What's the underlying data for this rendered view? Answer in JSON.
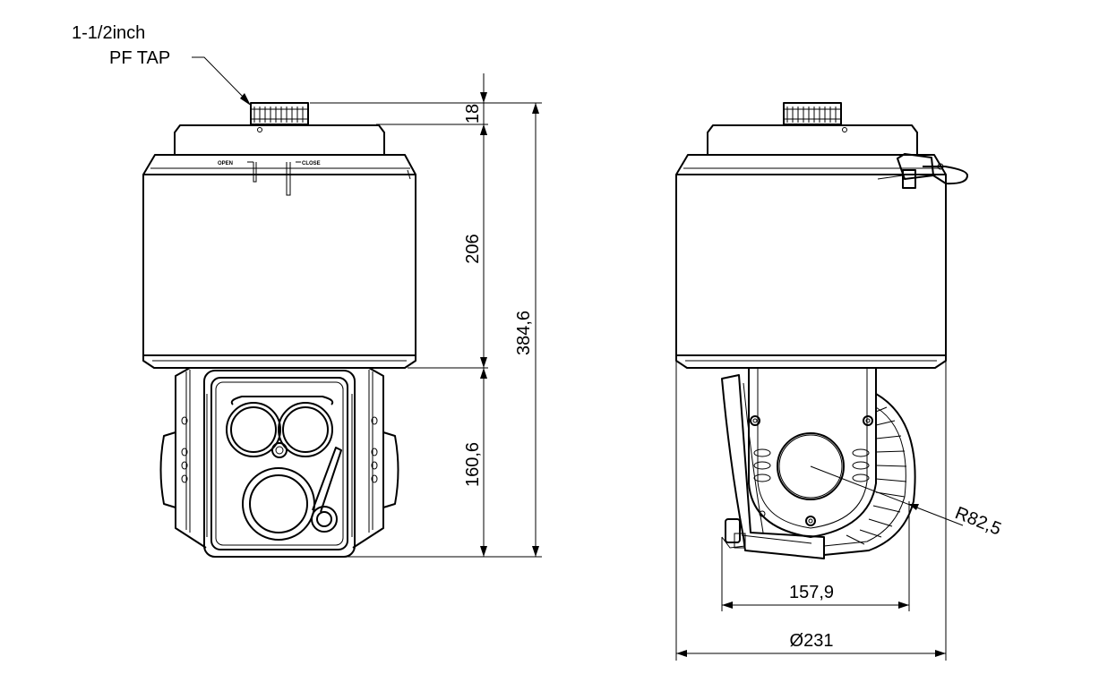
{
  "labels": {
    "thread_line1": "1-1/2inch",
    "thread_line2": "PF TAP",
    "open_mark": "OPEN",
    "close_mark": "CLOSE"
  },
  "dimensions": {
    "top_height": "18",
    "housing_height": "206",
    "total_height": "384,6",
    "lower_height": "160,6",
    "radius": "R82,5",
    "width_body": "157,9",
    "diameter": "Ø231"
  }
}
